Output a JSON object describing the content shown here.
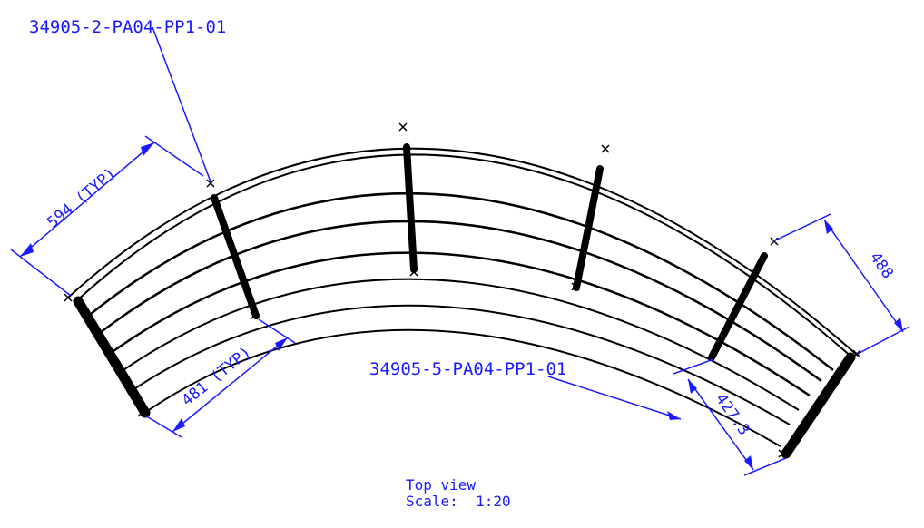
{
  "labels": {
    "part_top_left": "34905-2-PA04-PP1-01",
    "part_right": "34905-5-PA04-PP1-01"
  },
  "dimensions": {
    "outer_typ": "594 (TYP)",
    "inner_typ": "481 (TYP)",
    "right_outer": "488",
    "right_inner": "427.3"
  },
  "caption": {
    "line1": "Top view",
    "line2": "Scale:  1:20"
  },
  "colors": {
    "geometry": "#000000",
    "annotation": "#1a1aff"
  }
}
